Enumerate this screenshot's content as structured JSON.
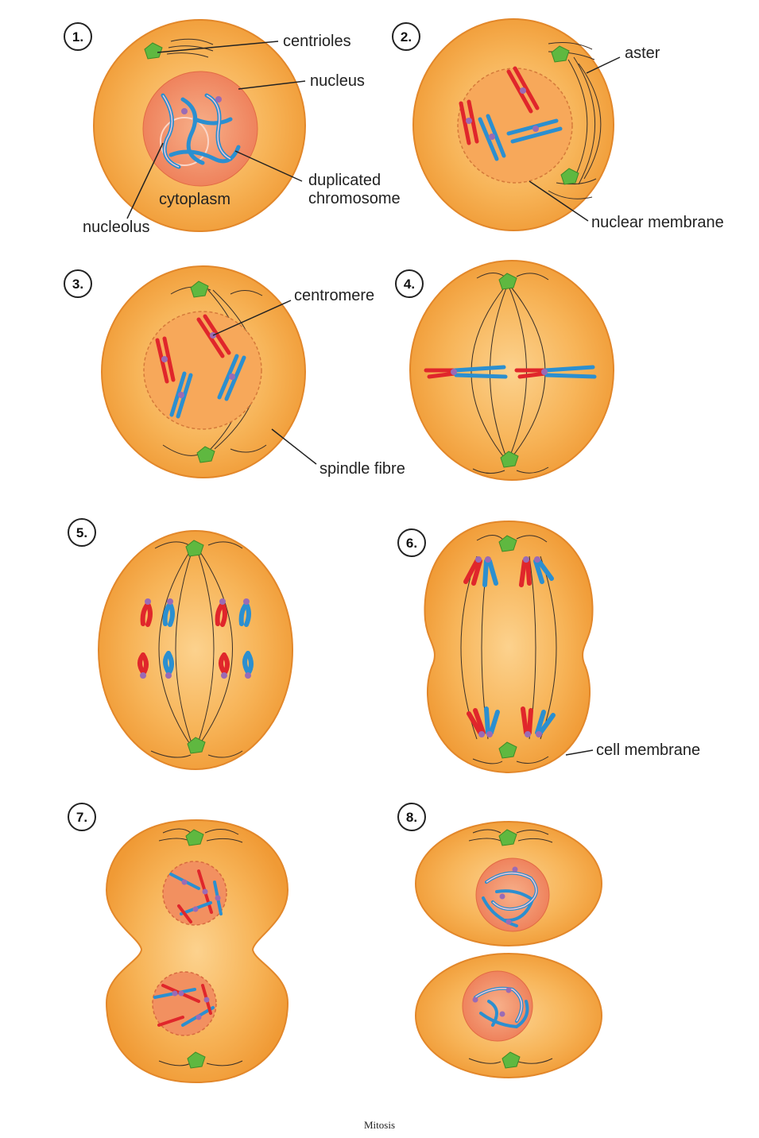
{
  "caption": "Mitosis",
  "stages": [
    {
      "number": "1."
    },
    {
      "number": "2."
    },
    {
      "number": "3."
    },
    {
      "number": "4."
    },
    {
      "number": "5."
    },
    {
      "number": "6."
    },
    {
      "number": "7."
    },
    {
      "number": "8."
    }
  ],
  "labels": {
    "centrioles": "centrioles",
    "nucleus": "nucleus",
    "duplicated_chromosome_1": "duplicated",
    "duplicated_chromosome_2": "chromosome",
    "cytoplasm": "cytoplasm",
    "nucleolus": "nucleolus",
    "aster": "aster",
    "nuclear_membrane": "nuclear membrane",
    "centromere": "centromere",
    "spindle_fibre": "spindle fibre",
    "cell_membrane": "cell membrane"
  },
  "colors": {
    "cell_fill": "#f5a948",
    "cell_center": "#fbd089",
    "cell_stroke": "#e2872a",
    "nucleus_fill": "#f08a5d",
    "centriole": "#5fb840",
    "chromatid_red": "#e0262b",
    "chromatid_blue": "#2b8fd0",
    "centromere": "#9a6bb5",
    "fibre": "#3b3028"
  }
}
